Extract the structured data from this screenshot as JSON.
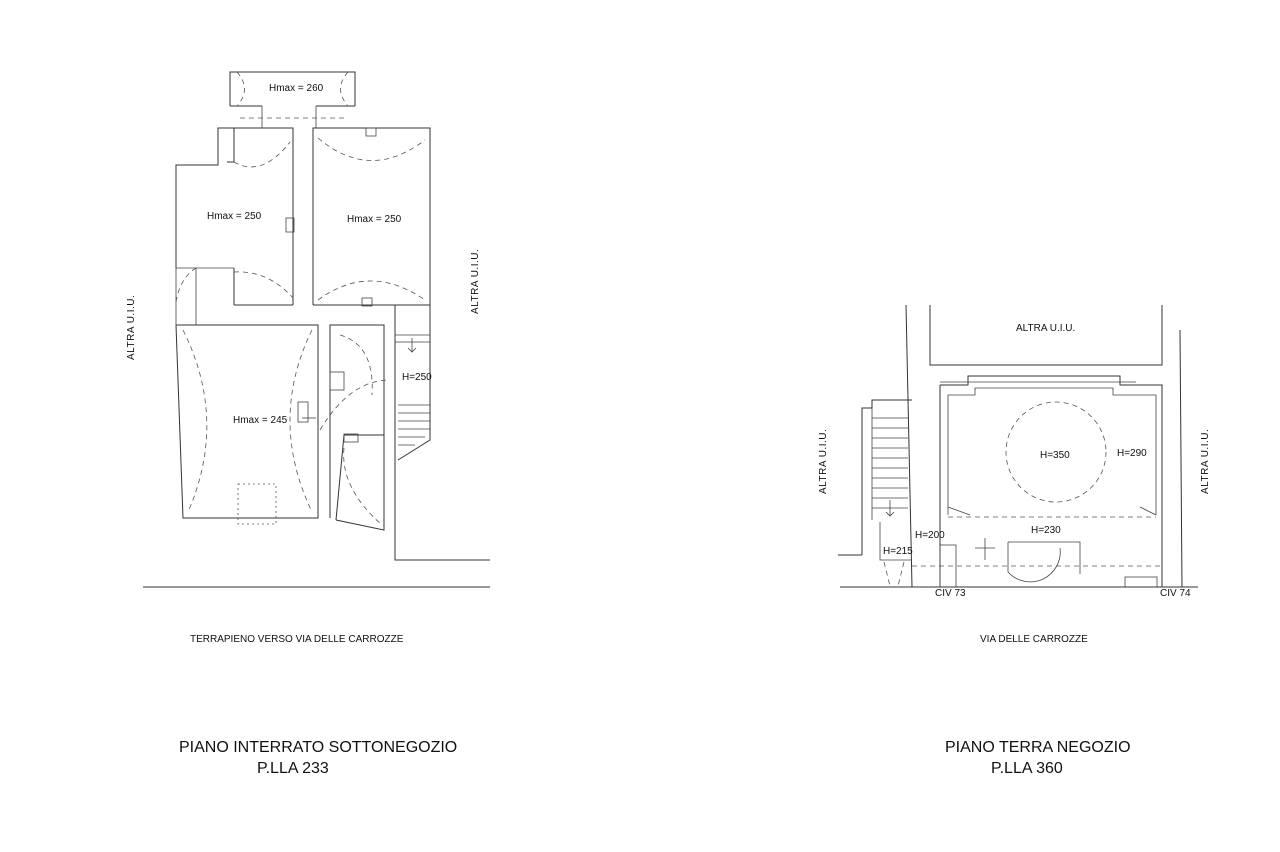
{
  "left_plan": {
    "rooms": {
      "top_small": "Hmax = 260",
      "upper_left": "Hmax = 250",
      "upper_right": "Hmax = 250",
      "lower_left": "Hmax = 245",
      "corridor": "H=250"
    },
    "neighbor_left": "ALTRA   U.I.U.",
    "neighbor_right": "ALTRA   U.I.U.",
    "street_note": "TERRAPIENO  VERSO  VIA  DELLE  CARROZZE",
    "title_line1": "PIANO INTERRATO SOTTONEGOZIO",
    "title_line2": "P.LLA 233"
  },
  "right_plan": {
    "rooms": {
      "center": "H=350",
      "right": "H=290",
      "front": "H=230",
      "entry": "H=200",
      "stair": "H=215"
    },
    "neighbor_top": "ALTRA   U.I.U.",
    "neighbor_left": "ALTRA   U.I.U.",
    "neighbor_right": "ALTRA   U.I.U.",
    "civ_left": "CIV 73",
    "civ_right": "CIV 74",
    "street": "VIA  DELLE  CARROZZE",
    "title_line1": "PIANO TERRA NEGOZIO",
    "title_line2": "P.LLA 360"
  }
}
